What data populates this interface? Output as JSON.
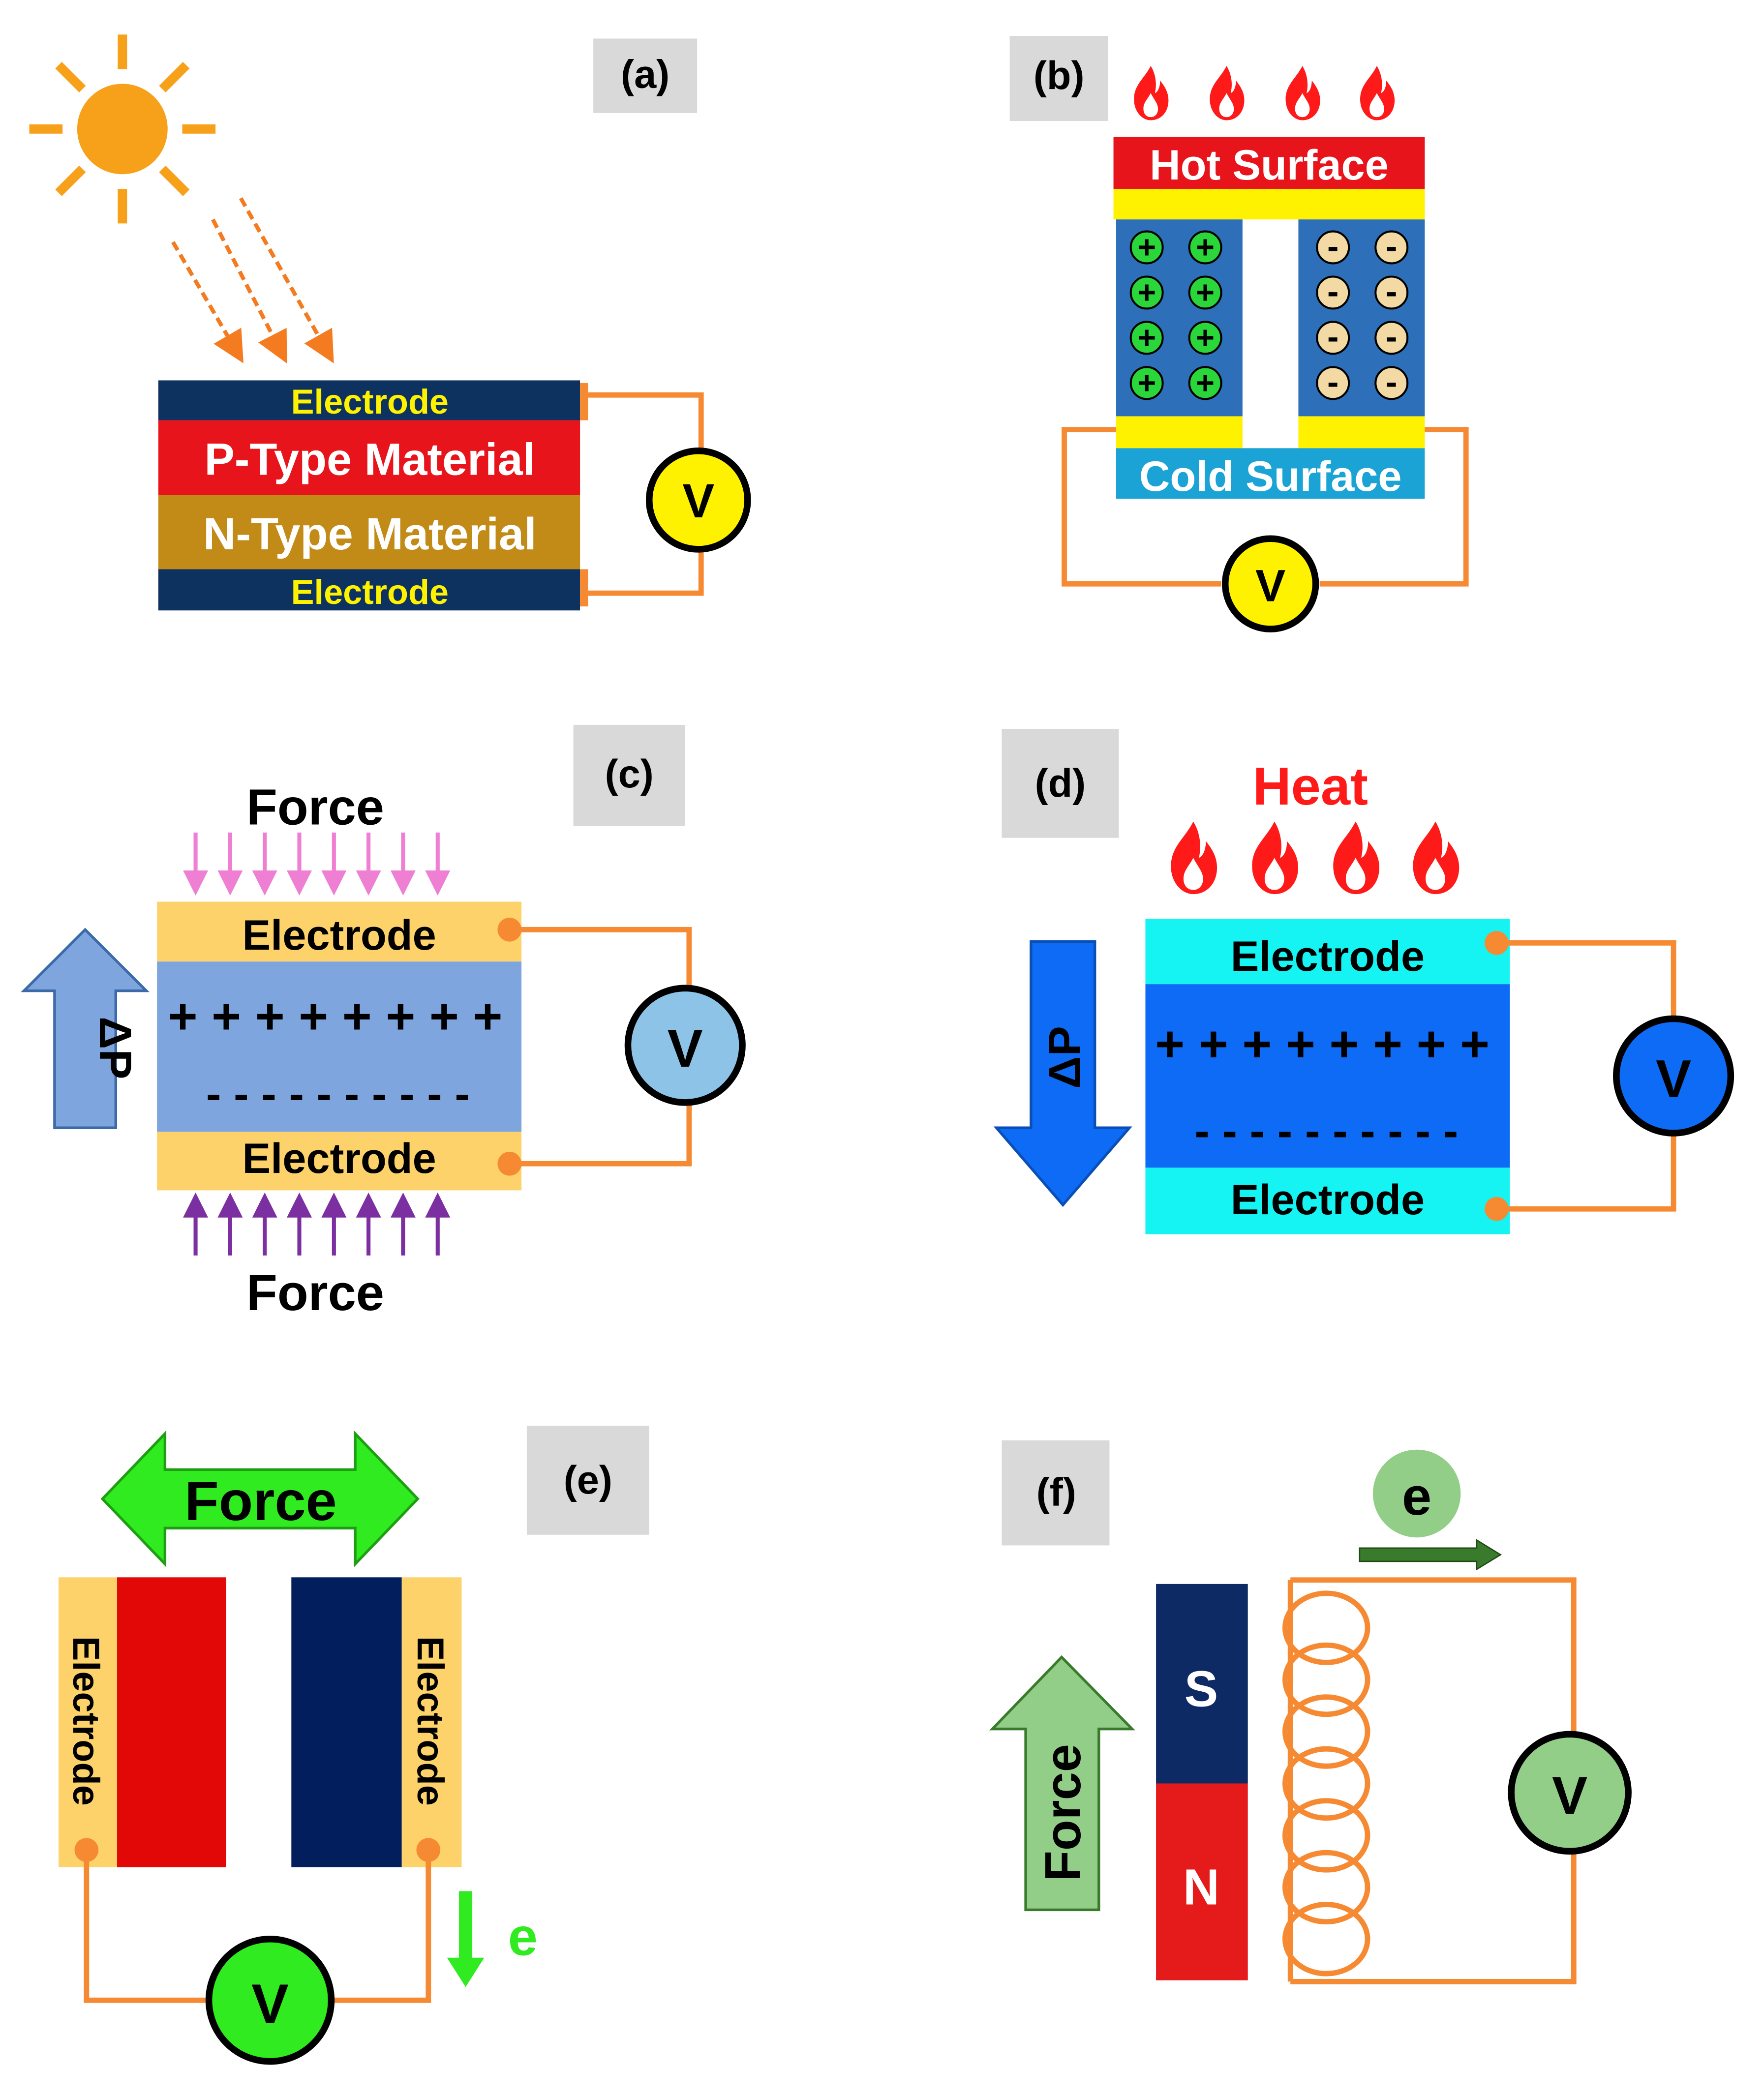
{
  "colors": {
    "sun": "#F7A11B",
    "ray": "#F47B20",
    "wire": "#F68A33",
    "navy": "#0E3260",
    "p_red": "#E8141B",
    "n_brown": "#C28A16",
    "yellow": "#FFF200",
    "meter_yellow": "#FFF200",
    "hot_red": "#E8141B",
    "cold_blue": "#1BA3D6",
    "te_blue": "#2D6FB8",
    "plus_green": "#2BD63A",
    "minus_tan": "#F3D9A3",
    "light_gray": "#D9D9D9",
    "force_pink": "#EE7FD3",
    "force_purple": "#7B2FA0",
    "piezo_electrode": "#FDD26A",
    "piezo_body": "#7FA5DE",
    "arrow_light_blue": "#7FA5DE",
    "meter_light_blue": "#8EC3E8",
    "cyan": "#16F3F3",
    "deep_blue": "#0E6BF5",
    "flame": "#FF1A1A",
    "bright_green": "#2FEB1F",
    "teng_red": "#E20808",
    "teng_navy": "#031E5C",
    "light_green": "#93CE89",
    "dark_green": "#3A7A2C",
    "magnet_navy": "#0E2A64",
    "magnet_red": "#E51A1A"
  },
  "panel_a": {
    "label": "(a)",
    "electrode_top": "Electrode",
    "p_type": "P-Type Material",
    "n_type": "N-Type Material",
    "electrode_bottom": "Electrode",
    "meter": "V",
    "icons": [
      "sun-icon"
    ]
  },
  "panel_b": {
    "label": "(b)",
    "hot_surface": "Hot Surface",
    "cold_surface": "Cold Surface",
    "plus": "+",
    "minus": "-",
    "meter": "V",
    "icons": [
      "flame-icon"
    ]
  },
  "panel_c": {
    "label": "(c)",
    "force_top": "Force",
    "force_bottom": "Force",
    "electrode_top": "Electrode",
    "electrode_bottom": "Electrode",
    "plus_row": "+ + + + + + + +",
    "minus_row": "- - - - - - - - - -",
    "delta_p": "ΔP",
    "meter": "V"
  },
  "panel_d": {
    "label": "(d)",
    "heat": "Heat",
    "electrode_top": "Electrode",
    "electrode_bottom": "Electrode",
    "plus_row": "+ + + + + + + +",
    "minus_row": "- - - - - - - - - -",
    "delta_p": "ΔP",
    "meter": "V",
    "icons": [
      "flame-icon"
    ]
  },
  "panel_e": {
    "label": "(e)",
    "force": "Force",
    "electrode_left": "Electrode",
    "electrode_right": "Electrode",
    "electron": "e",
    "meter": "V"
  },
  "panel_f": {
    "label": "(f)",
    "electron": "e",
    "force": "Force",
    "pole_s": "S",
    "pole_n": "N",
    "meter": "V",
    "icons": [
      "coil-icon"
    ]
  }
}
